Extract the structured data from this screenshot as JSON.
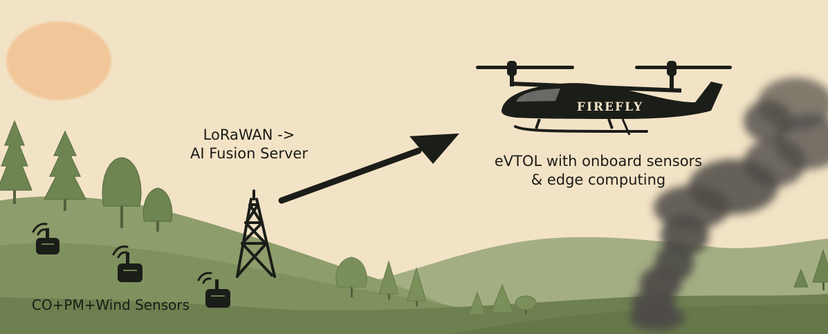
{
  "labels": {
    "network_line1": "LoRaWAN ->",
    "network_line2": "AI Fusion Server",
    "aircraft_line1": "eVTOL with onboard sensors",
    "aircraft_line2": "& edge computing",
    "sensors": "CO+PM+Wind Sensors",
    "aircraft_logo": "FIREFLY"
  },
  "colors": {
    "sky": "#f3e3c6",
    "sun": "#f1c79a",
    "hill_back": "#8f9e6e",
    "hill_mid": "#7e8f5e",
    "hill_front": "#6f8150",
    "tree": "#6f8552",
    "ink": "#1b1d18",
    "smoke": "#4e4b47"
  },
  "icons": [
    "sun-icon",
    "tree-icon",
    "sensor-icon",
    "radio-tower-icon",
    "arrow-icon",
    "evtol-aircraft-icon",
    "smoke-plume-icon"
  ]
}
